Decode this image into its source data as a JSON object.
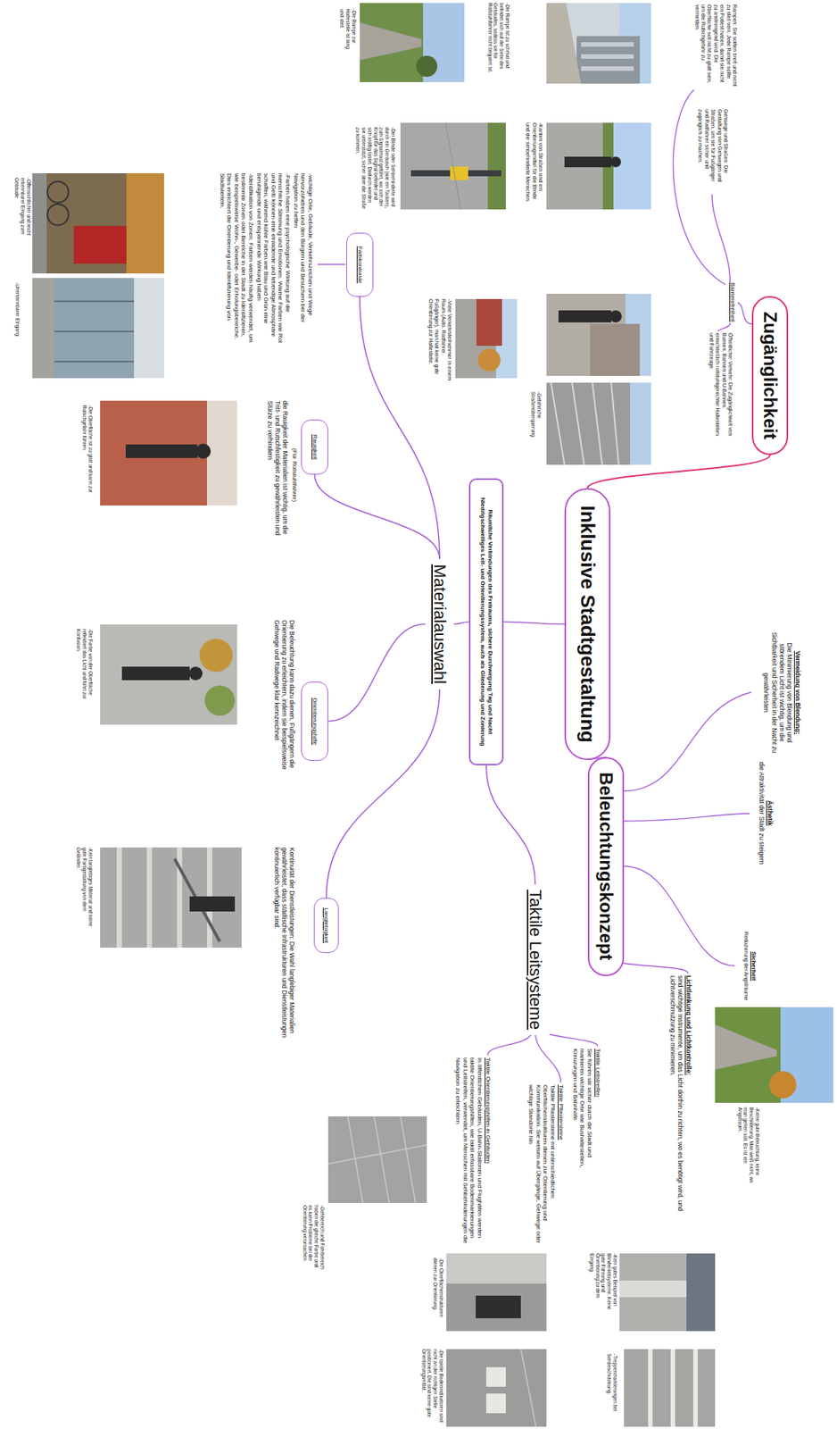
{
  "diagram": {
    "nodes": [
      {
        "text": [
          "Inklusive Stadtgestaltung"
        ]
      },
      {
        "text": [
          "Zugänglichkeit"
        ]
      },
      {
        "text": [
          "Beleuchtungskonzept"
        ]
      },
      {
        "text": [
          "Räumliche Verbindungen des Freiraums, sichere Durchwegung Tag und Nacht",
          "Niedrigschwelliges Leit- und Orientierungssystem, auch als Gliederung und Zonierung"
        ]
      },
      {
        "text": [
          "Materialauswahl"
        ]
      },
      {
        "text": [
          "Farbkontraste"
        ]
      },
      {
        "text": [
          "Rauigkeit"
        ]
      },
      {
        "text": [
          "Orientierungshilfe"
        ]
      },
      {
        "text": [
          "Langlebigkeit"
        ]
      },
      {
        "text": [
          "Taktile Leitsysteme"
        ]
      }
    ],
    "edges": [
      {
        "from": 0,
        "to": 1,
        "arrow": "none"
      },
      {
        "from": 0,
        "to": 2,
        "arrow": "none"
      },
      {
        "from": 0,
        "to": 3,
        "arrow": "none"
      },
      {
        "from": 3,
        "to": 4,
        "arrow": "none"
      },
      {
        "from": 3,
        "to": 9,
        "arrow": "none"
      },
      {
        "from": 4,
        "to": 5,
        "arrow": "none"
      },
      {
        "from": 4,
        "to": 6,
        "arrow": "none"
      },
      {
        "from": 4,
        "to": 7,
        "arrow": "none"
      },
      {
        "from": 4,
        "to": 8,
        "arrow": "none"
      }
    ],
    "labels": [
      "Rampen: Sie sollten breit und nicht zu steil sein. Jede Rampe sollte ein Podest haben, damit sie nicht zu anstrengend wird. Die Oberfläche soll nicht zu glatt sein, um die Rutschgefahr zu vermeiden.",
      "-Die Rampe ist zu schmal und befindet sich auf der Seite des Gebäudes, sodass sie für Rollstuhlfahrer nicht bequem ist.",
      "-Die Rampe zur Haltestelle ist lang und steil.",
      "Gehwege und Straßen: Die Gestaltung von Gehwegen und Straßen, um sie für Fußgänger und Radfahrer sicher und zugänglich zu machen.",
      "-Kanten von Straßen sind ein Orientierungsmittel für die Blinde und die sehbehinderte Menschen.",
      "-Der Blinde oder Sehbehinderte wird durch ein Geräusch (wie ein Tacken), zum Signalmast geführt, wo sich der Knopf für das Signal befindet und sich kräftig tastet. Dadurch werden sie unterstützt, sicher über die Straße zu kommen.",
      "Barrierefreiheit",
      "Öffentlicher Verkehr: Die Zugänglichkeit von Bussen, Bahnen und U-Bahnen, einschließlich rollstuhlgerechter Haltestellen und Fahrzeuge.",
      "-Gefährliche Straßenüberquerung",
      "-Viele Verkehrsteilnehmer in einem Raum (Auto, Radfahrer, Fußgänger), man hat keine gute Orientierung zur Haltestelle.",
      "Vermeidung von Blendung:",
      "Die Minimierung von Blendung und störendem Licht ist wichtig, um die Sichtbarkeit und Sicherheit in der Nacht zu gewährleisten",
      "Ästhetik",
      "die Attraktivität der Stadt zu steigern",
      "Sicherheit",
      "Reduzierung der Angsträume",
      "Lichtlenkung und Lichtkontrolle:",
      "sind wichtige Instrumente, um das Licht dorthin zu richten, wo es benötigt wird, und Lichtverschmutzung zu minimieren.",
      "-Keine gute Beleuchtung, keine Beschilderung. Man weiß nicht, wo man gehen soll. Es ist ein Angstraum.",
      "Taktile Leitstreifen",
      "Sie führen sie sicher durch die Stadt und markieren wichtige Orte wie Bushaltestellen, Kreuzungen und Bahnhöfe",
      "Taktile Pflastersteine",
      "Taktile Pflastersteine mit unterschiedlichen Oberflächenstrukturen dienen zur Orientierung und Kommunikation. Sie weisen auf Übergänge, Gehwege oder wichtige Standorte hin",
      "Taktile Orientierungshilfen in Gebäuden",
      "In öffentlichen Gebäuden, U-Bahn-Stationen und Flughäfen werden taktile Orientierungshilfen, wie taktil erfassbare Bodenmarkierungen und Leitstreifen, verwendet, um Menschen mit Sehbehinderungen die Navigation zu erleichtern",
      "-Gehbereich und Fahrbereich haben die gleiche Farbe und es kann Probleme bei der Orientierung verursachen.",
      "-Die Oberflächenstrukturen dienen zur Orientierung.",
      "-Kein gutes Beispiel von Blindenleitsysteme. Keine gute Führung und Orientierung zu dem Eingang.",
      "-Die taktile Bodenindikatoren sind nicht an der richtigen Stelle positioniert. Die sind keine gute Orientierungsmittel.",
      "-Treppenmarkierungen bei Sehbeschränkung.",
      "-wichtige Orte, Gebäude, Verkehrszeichen und Wege hervorzuheben und den Bürgern und Besuchern bei der Navigation zu helfen",
      "-Farben haben eine psychologische Wirkung auf die menschliche Stimmung und Emotionen. Warme Farben wie Rot und Gelb können eine einladende und lebendige Atmosphäre schaffen, während kühle Farben wie Blau und Grün eine beruhigende und entspannende Wirkung haben",
      "-Identifikation von Zonen: Farben werden häufig verwendet, um bestimmte Zonen oder Bereiche in der Stadt zu identifizieren, wie beispielsweise Wohn-, Gewerbe- oder Erholungsbereiche. Dies erleichtert die Orientierung und Identifizierung von Stadtvierteln.",
      "-Offensichtlicher und leicht erkennbarer Eingang zum Gebäude",
      "-Unerkennbarer Eingang",
      "(Für Rollstuhlfahrer)",
      "die Rauigkeit der Materialien ist wichtig, um die Tritt- und Rutschfestigkeit zu gewährleisten und Stürze zu verhindern",
      "-Die Oberfläche ist zu glatt und kann zur Rutschgefahr führen.",
      "Die Beleuchtung kann dazu dienen, Fußgängern die Orientierung zu erleichtern, indem sie beispielsweise Gehwege und Radwege klar kennzeichnet",
      "-Die Farbe von der Oberfläche reflektiert das Licht und führt zur Konfusion.",
      "Kontinuität der Dienstleistungen: Die Wahl langlebiger Materialien gewährleistet, dass städtische Infrastrukturen und Dienstleistungen kontinuierlich verfügbar sind.",
      "-Kein langlebiges Material und keine gute Farbgestaltung von dem Geländer."
    ]
  }
}
